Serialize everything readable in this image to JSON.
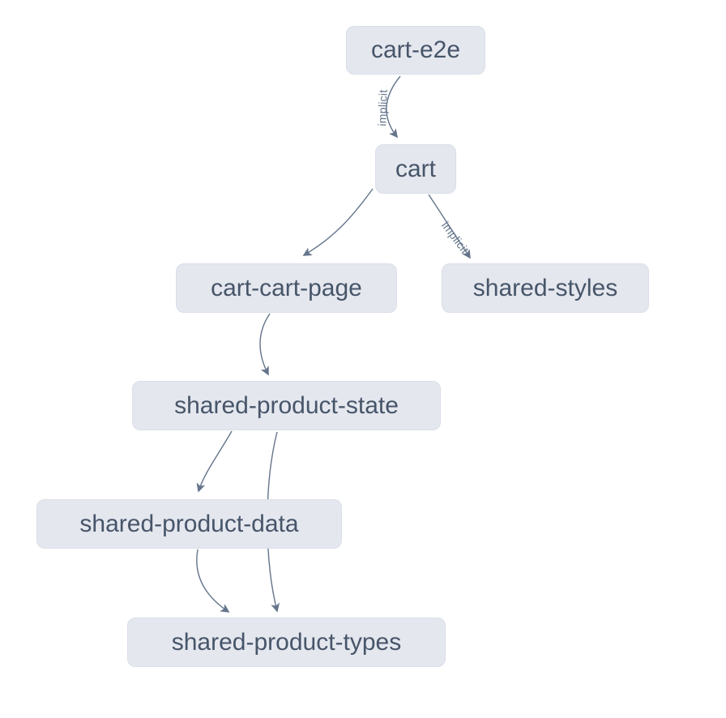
{
  "colors": {
    "background": "#ffffff",
    "node_fill": "#e4e7ee",
    "node_border": "#dadfe8",
    "node_text": "#475569",
    "edge": "#64748b",
    "edge_label_text": "#64748b"
  },
  "graph": {
    "nodes": [
      {
        "id": "cart-e2e",
        "label": "cart-e2e"
      },
      {
        "id": "cart",
        "label": "cart"
      },
      {
        "id": "cart-cart-page",
        "label": "cart-cart-page"
      },
      {
        "id": "shared-styles",
        "label": "shared-styles"
      },
      {
        "id": "shared-product-state",
        "label": "shared-product-state"
      },
      {
        "id": "shared-product-data",
        "label": "shared-product-data"
      },
      {
        "id": "shared-product-types",
        "label": "shared-product-types"
      }
    ],
    "edges": [
      {
        "source": "cart-e2e",
        "target": "cart",
        "label": "implicit"
      },
      {
        "source": "cart",
        "target": "cart-cart-page",
        "label": ""
      },
      {
        "source": "cart",
        "target": "shared-styles",
        "label": "implicit"
      },
      {
        "source": "cart-cart-page",
        "target": "shared-product-state",
        "label": ""
      },
      {
        "source": "shared-product-state",
        "target": "shared-product-data",
        "label": ""
      },
      {
        "source": "shared-product-state",
        "target": "shared-product-types",
        "label": ""
      },
      {
        "source": "shared-product-data",
        "target": "shared-product-types",
        "label": ""
      }
    ]
  }
}
